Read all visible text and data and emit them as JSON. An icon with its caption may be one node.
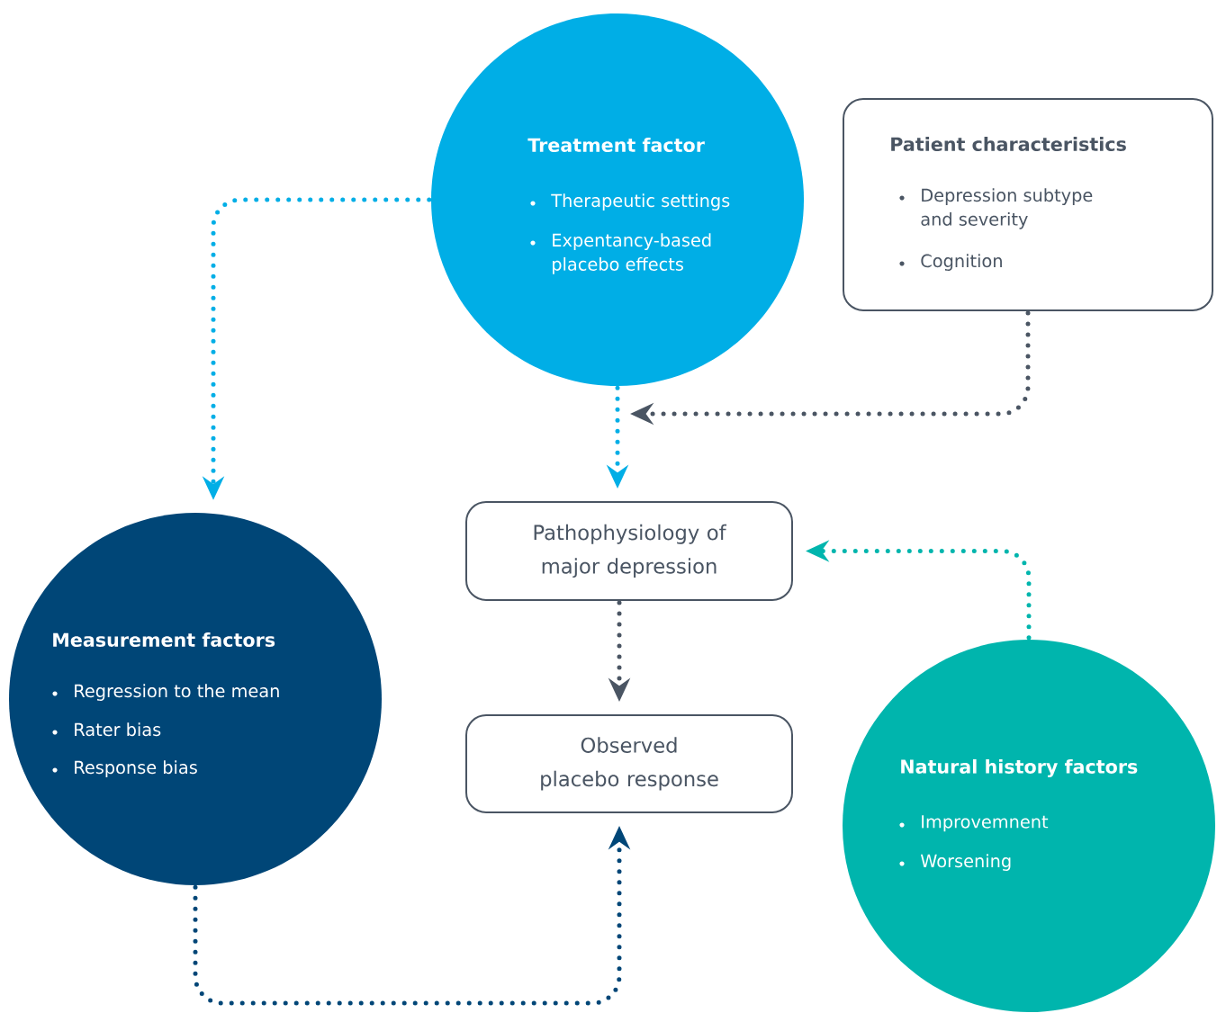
{
  "diagram": {
    "nodes": [
      {
        "text": [
          "Treatment factor",
          "Therapeutic settings",
          "Expentancy-based placebo effects"
        ]
      },
      {
        "text": [
          "Patient characteristics",
          "Depression subtype and severity",
          "Cognition"
        ]
      },
      {
        "text": [
          "Pathophysiology of major depression"
        ]
      },
      {
        "text": [
          "Measurement factors",
          "Regression to the mean",
          "Rater bias",
          "Response bias"
        ]
      },
      {
        "text": [
          "Observed placebo response"
        ]
      },
      {
        "text": [
          "Natural history factors",
          "Improvemnent",
          "Worsening"
        ]
      }
    ],
    "edges": [
      {
        "from": 0,
        "to": 3,
        "arrow": "to",
        "style": "dashed",
        "color": "#00aee6"
      },
      {
        "from": 0,
        "to": 2,
        "arrow": "to",
        "style": "dashed",
        "color": "#00aee6"
      },
      {
        "from": 1,
        "to": null,
        "arrow": "to",
        "style": "dashed",
        "color": "#4a5563"
      },
      {
        "from": 2,
        "to": 4,
        "arrow": "to",
        "style": "dashed",
        "color": "#4a5563"
      },
      {
        "from": 3,
        "to": 4,
        "arrow": "to",
        "style": "dashed",
        "color": "#004677"
      },
      {
        "from": 5,
        "to": 2,
        "arrow": "to",
        "style": "dashed",
        "color": "#00b5ad"
      }
    ]
  }
}
